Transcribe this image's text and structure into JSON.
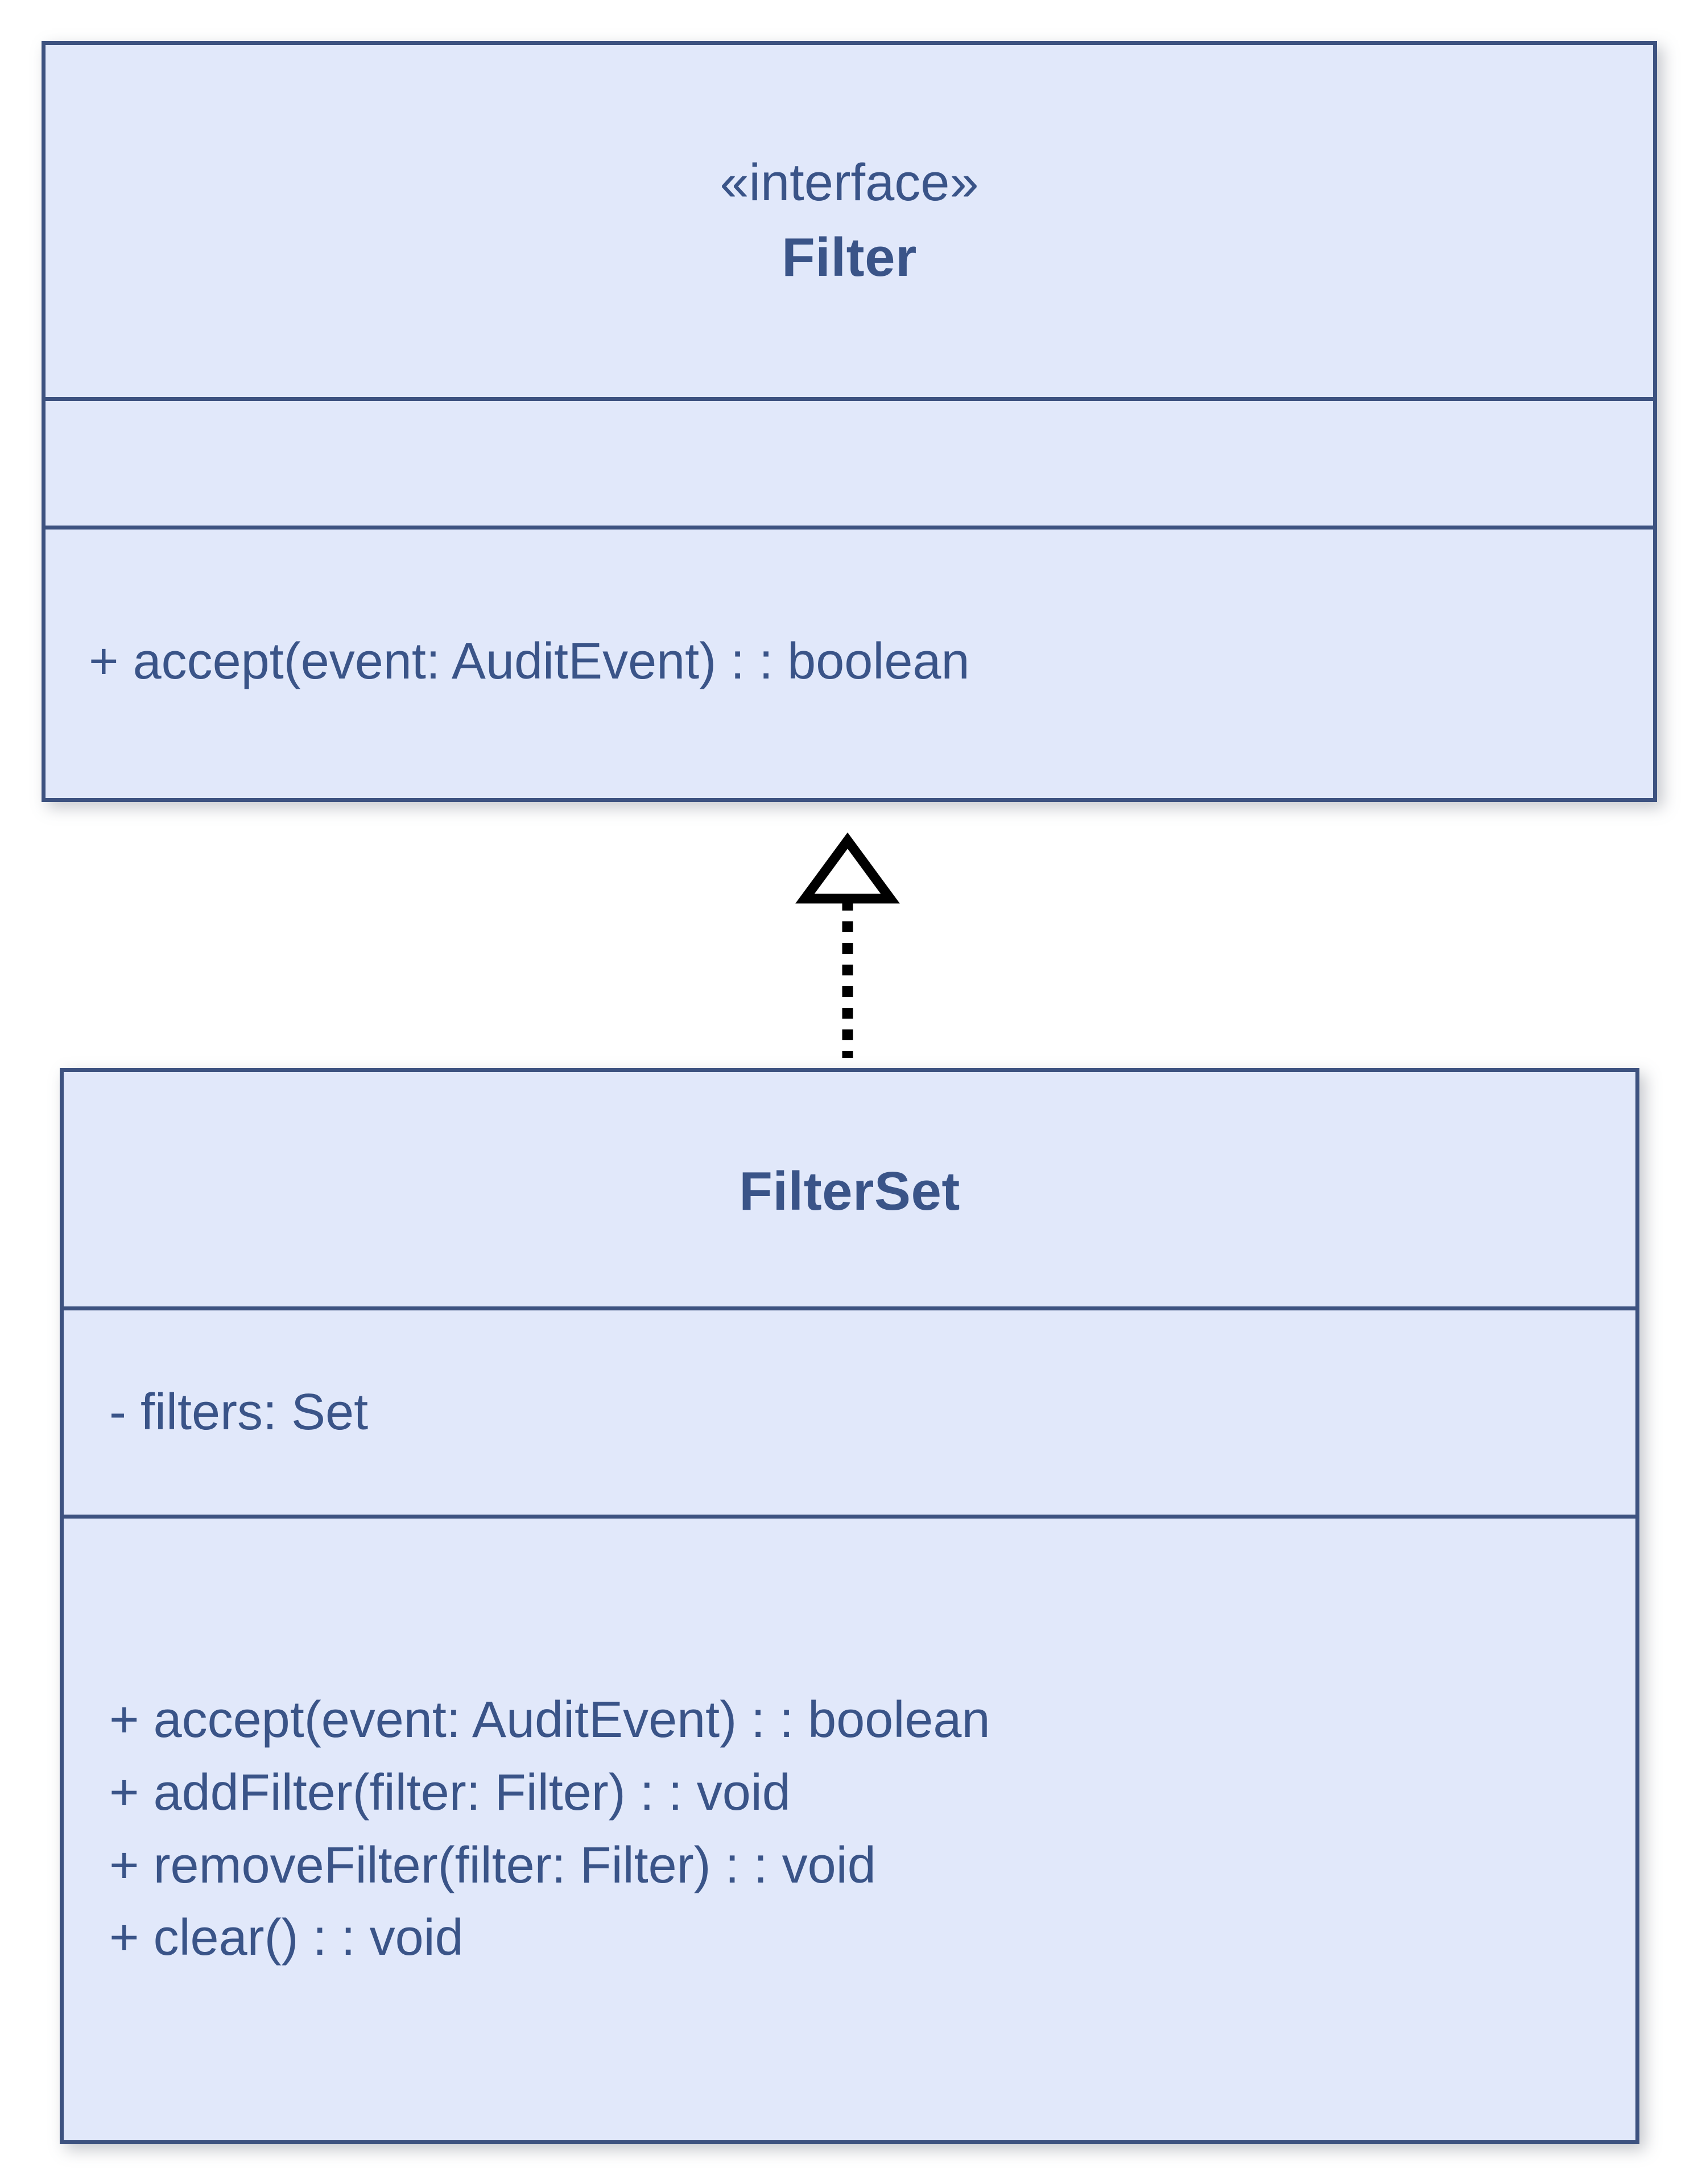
{
  "diagram": {
    "type": "uml-class-diagram",
    "background_color": "#ffffff",
    "class_fill_color": "#e1e8fa",
    "class_border_color": "#3d5280",
    "text_color": "#3a5488",
    "connector_color": "#000000"
  },
  "classes": [
    {
      "id": "filter",
      "stereotype": "«interface»",
      "name": "Filter",
      "attributes": [],
      "operations": [
        "+ accept(event: AuditEvent) : : boolean"
      ]
    },
    {
      "id": "filterset",
      "stereotype": "",
      "name": "FilterSet",
      "attributes": [
        "- filters: Set"
      ],
      "operations": [
        "+ accept(event: AuditEvent) : : boolean",
        "+ addFilter(filter: Filter) : : void",
        "+ removeFilter(filter: Filter) : : void",
        "+ clear() : : void"
      ]
    }
  ],
  "relationships": [
    {
      "kind": "realization",
      "source": "FilterSet",
      "target": "Filter",
      "line_style": "dotted",
      "arrowhead": "hollow-triangle"
    }
  ]
}
